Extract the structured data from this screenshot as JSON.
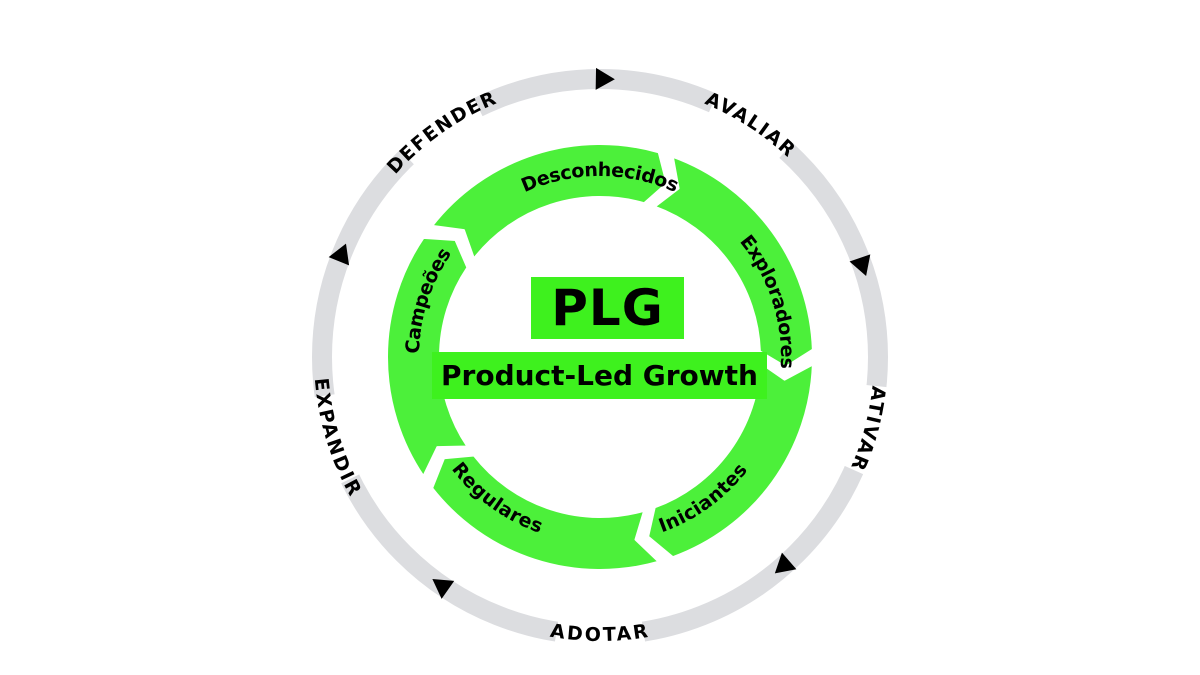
{
  "colors": {
    "background": "#ffffff",
    "outer_ring": "#dcdde0",
    "segment_fill": "#4cf03a",
    "segment_stroke": "#ffffff",
    "text": "#000000",
    "highlight": "#3ef11e"
  },
  "center": {
    "title": "PLG",
    "subtitle": "Product-Led Growth"
  },
  "inner_segments": [
    "Desconhecidos",
    "Exploradores",
    "Iniciantes",
    "Regulares",
    "Campeões"
  ],
  "outer_stages": [
    "AVALIAR",
    "ATIVAR",
    "ADOTAR",
    "EXPANDIR",
    "DEFENDER"
  ],
  "arrow_icons": [
    "triangle-arrow-icon"
  ]
}
